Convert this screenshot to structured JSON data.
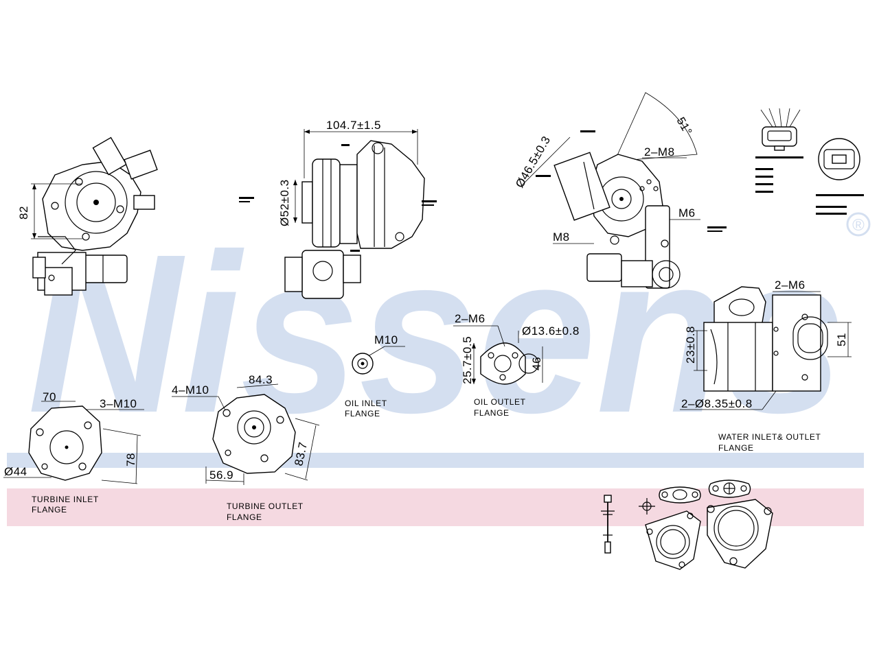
{
  "brand": {
    "watermark": "Nissens",
    "registered_mark": "®",
    "watermark_color": "#d4dff0",
    "band_blue_color": "#d4dff0",
    "band_pink_color": "#f5d9e1"
  },
  "dimensions": {
    "length_top": "104.7±1.5",
    "dia_52": "Ø52±0.3",
    "height_82": "82",
    "dia_46_5": "Ø46.5±0.3",
    "deg_51": "51°",
    "m8_2": "2–M8",
    "m6_right": "M6",
    "m8_left": "M8",
    "m10_oil": "M10",
    "m6_2_oil": "2–M6",
    "dia_13_6": "Ø13.6±0.8",
    "d25_7": "25.7±0.5",
    "d46": "46",
    "m6_2_water": "2–M6",
    "d23": "23±0.8",
    "d51": "51",
    "dia_8_35": "2–Ø8.35±0.8",
    "d70": "70",
    "m10_3": "3–M10",
    "dia_44": "Ø44",
    "d78": "78",
    "m10_4": "4–M10",
    "d84_3": "84.3",
    "d56_9": "56.9",
    "d83_7": "83.7"
  },
  "captions": {
    "turbine_inlet": [
      "TURBINE INLET",
      "FLANGE"
    ],
    "turbine_outlet": [
      "TURBINE OUTLET",
      "FLANGE"
    ],
    "oil_inlet": [
      "OIL INLET",
      "FLANGE"
    ],
    "oil_outlet": [
      "OIL OUTLET",
      "FLANGE"
    ],
    "water": [
      "WATER INLET& OUTLET",
      "FLANGE"
    ]
  }
}
